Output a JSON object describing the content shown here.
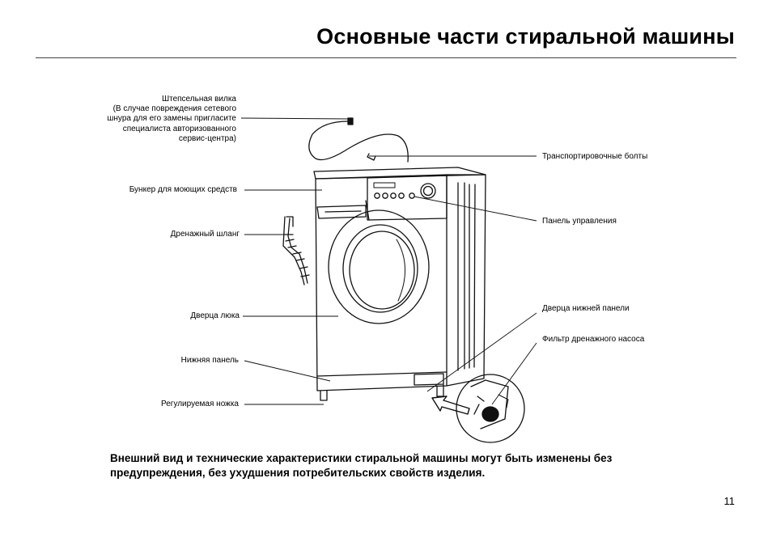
{
  "title": "Основные части стиральной машины",
  "labels": {
    "plug": {
      "lines": [
        "Штепсельная вилка",
        "(В случае повреждения сетевого",
        "шнура для его замены пригласите",
        "специалиста авторизованного",
        "сервис-центра)"
      ]
    },
    "detergent_drawer": "Бункер для моющих средств",
    "drain_hose": "Дренажный шланг",
    "door": "Дверца люка",
    "lower_panel": "Нижняя панель",
    "adjustable_foot": "Регулируемая ножка",
    "transport_bolts": "Транспортировочные болты",
    "control_panel": "Панель управления",
    "lower_panel_door": "Дверца нижней панели",
    "drain_pump_filter": "Фильтр дренажного насоса"
  },
  "note": {
    "line1": "Внешний вид и технические характеристики стиральной машины могут быть изменены без",
    "line2": "предупреждения,  без ухудшения  потребительских свойств изделия."
  },
  "page_number": "11"
}
